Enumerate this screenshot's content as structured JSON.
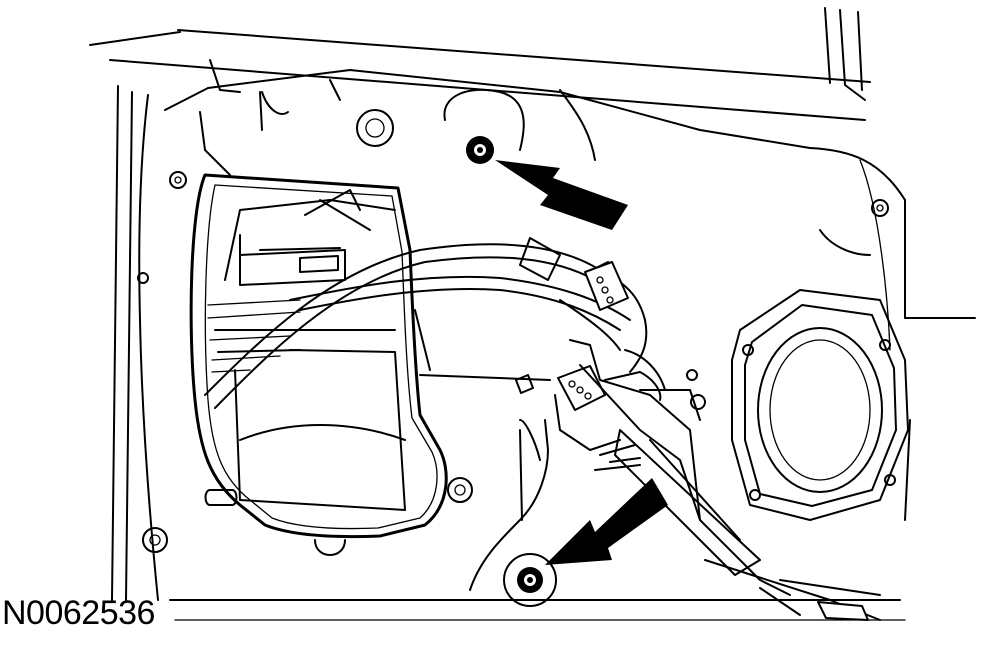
{
  "figure": {
    "reference_code": "N0062536",
    "callouts": [
      {
        "id": "upper-arrow",
        "points_to": "upper-fastener-bolt",
        "color": "#000000"
      },
      {
        "id": "lower-arrow",
        "points_to": "lower-fastener-bolt",
        "color": "#000000"
      }
    ],
    "line_color": "#000000",
    "background_color": "#ffffff"
  }
}
